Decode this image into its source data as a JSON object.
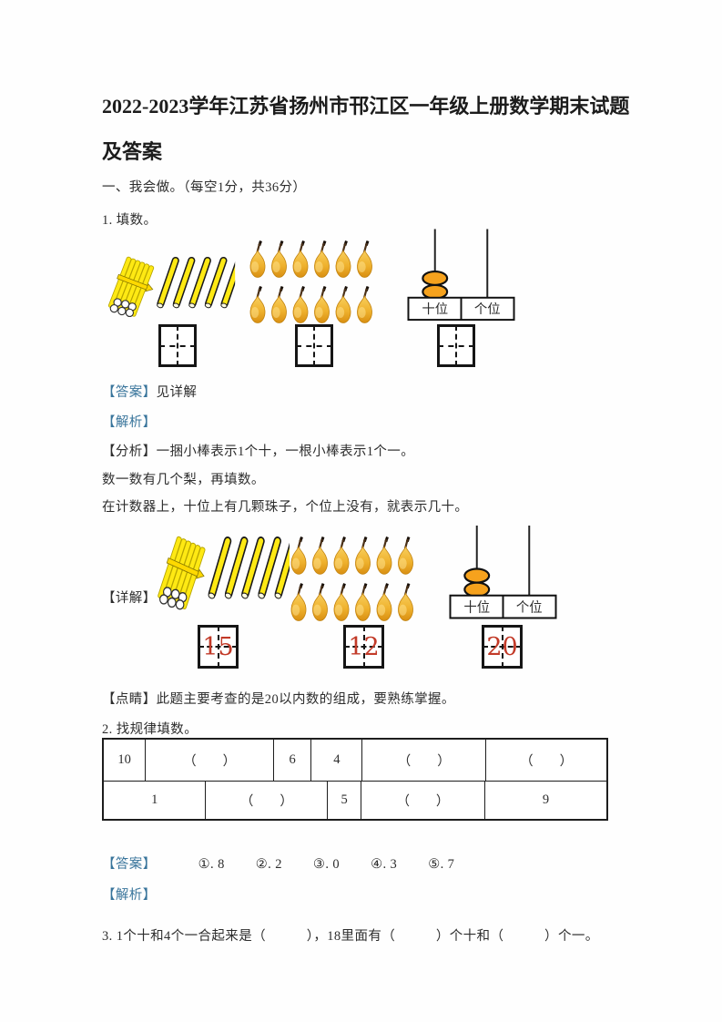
{
  "page": {
    "title": "2022-2023学年江苏省扬州市邗江区一年级上册数学期末试题及答案",
    "section_heading": "一、我会做。（每空1分，共36分）"
  },
  "labels": {
    "answer": "【答案】",
    "analysis_section": "【解析】",
    "analysis": "【分析】",
    "detail": "【详解】",
    "tip": "【点睛】"
  },
  "q1": {
    "question": "1. 填数。",
    "answer_text": "见详解",
    "analysis_text": "一捆小棒表示1个十，一根小棒表示1个一。",
    "analysis_line2": "数一数有几个梨，再填数。",
    "analysis_line3": "在计数器上，十位上有几颗珠子，个位上没有，就表示几十。",
    "detail_answers": [
      "15",
      "12",
      "20"
    ],
    "tip_text": "此题主要考查的是20以内数的组成，要熟练掌握。",
    "figures": {
      "sticks": {
        "bundles_of_ten": 1,
        "single_sticks": 5
      },
      "pears": {
        "count": 12,
        "rows": 2,
        "per_row": 6
      },
      "abacus": {
        "tens_label": "十位",
        "ones_label": "个位",
        "tens_beads": 2,
        "ones_beads": 0
      }
    }
  },
  "q2": {
    "question": "2. 找规律填数。",
    "table": {
      "row1": [
        "10",
        "（　　）",
        "6",
        "4",
        "（　　）",
        "（　　）"
      ],
      "row2": [
        "1",
        "（　　）",
        "5",
        "（　　）",
        "9"
      ]
    },
    "answers": [
      "①. 8",
      "②. 2",
      "③. 0",
      "④. 3",
      "⑤. 7"
    ]
  },
  "q3": {
    "question": "3. 1个十和4个一合起来是（　　　），18里面有（　　　）个十和（　　　）个一。"
  },
  "colors": {
    "label_blue": "#38749B",
    "answer_red": "#C23A28"
  }
}
